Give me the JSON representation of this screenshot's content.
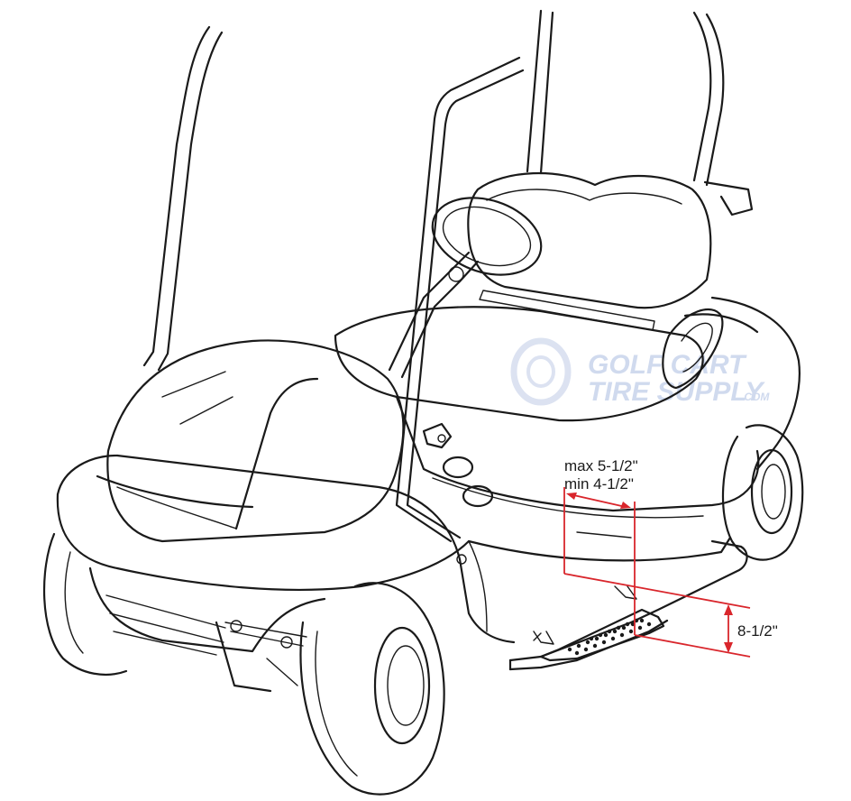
{
  "dimensions": {
    "max_offset": "max 5-1/2\"",
    "min_offset": "min 4-1/2\"",
    "step_height": "8-1/2\""
  },
  "watermark": {
    "line1": "GOLF CART",
    "line2": "TIRE SUPPLY",
    "suffix": ".COM"
  },
  "colors": {
    "dimension_lines": "#d9262c",
    "line_art": "#1a1a1a",
    "watermark": "#c8d4ec"
  }
}
